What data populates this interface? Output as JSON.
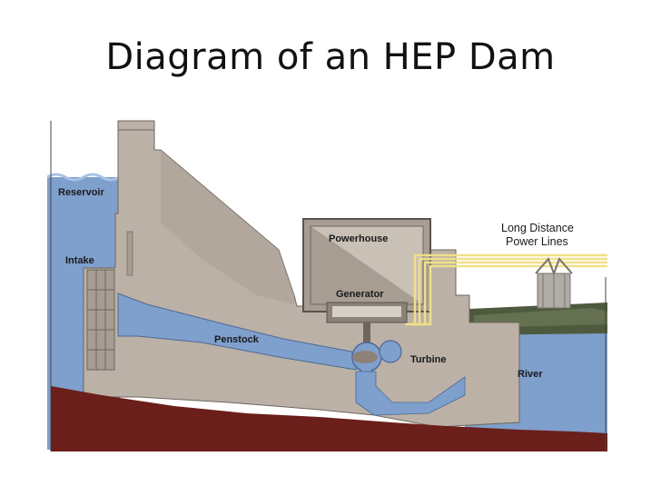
{
  "title": "Diagram of an HEP Dam",
  "labels": {
    "reservoir": "Reservoir",
    "intake": "Intake",
    "powerhouse": "Powerhouse",
    "generator": "Generator",
    "penstock": "Penstock",
    "turbine": "Turbine",
    "river": "River",
    "power_lines_line1": "Long Distance",
    "power_lines_line2": "Power Lines"
  },
  "colors": {
    "water": "#7f9fcc",
    "concrete": "#bbb1a6",
    "ground": "#6b1f1a",
    "power_line": "#f0e08a"
  }
}
